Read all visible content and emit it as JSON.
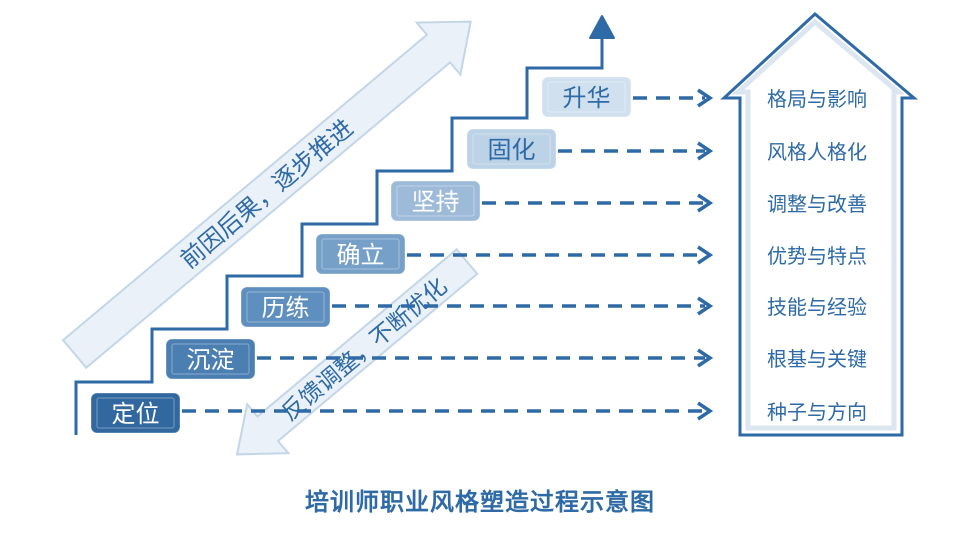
{
  "colors": {
    "line": "#2e6aa6",
    "arrow_fill": "#eaf1f8",
    "arrow_stroke": "#c3d6e8",
    "arrow_text": "#2e6aa6",
    "result_text": "#2e6aa6",
    "title": "#2e6aa6"
  },
  "steps": [
    {
      "label": "定位",
      "fill": "#3268a0",
      "text": "#ffffff"
    },
    {
      "label": "沉淀",
      "fill": "#4b7fb2",
      "text": "#ffffff"
    },
    {
      "label": "历练",
      "fill": "#5f8fbe",
      "text": "#ffffff"
    },
    {
      "label": "确立",
      "fill": "#77a0c9",
      "text": "#ffffff"
    },
    {
      "label": "坚持",
      "fill": "#9dbbd9",
      "text": "#ffffff"
    },
    {
      "label": "固化",
      "fill": "#bcd2e6",
      "text": "#2e6aa6"
    },
    {
      "label": "升华",
      "fill": "#d0e0ee",
      "text": "#2e6aa6"
    }
  ],
  "results": [
    "种子与方向",
    "根基与关键",
    "技能与经验",
    "优势与特点",
    "调整与改善",
    "风格人格化",
    "格局与影响"
  ],
  "up_arrow_text": "前因后果，逐步推进",
  "down_arrow_text": "反馈调整，不断优化",
  "title": "培训师职业风格塑造过程示意图"
}
